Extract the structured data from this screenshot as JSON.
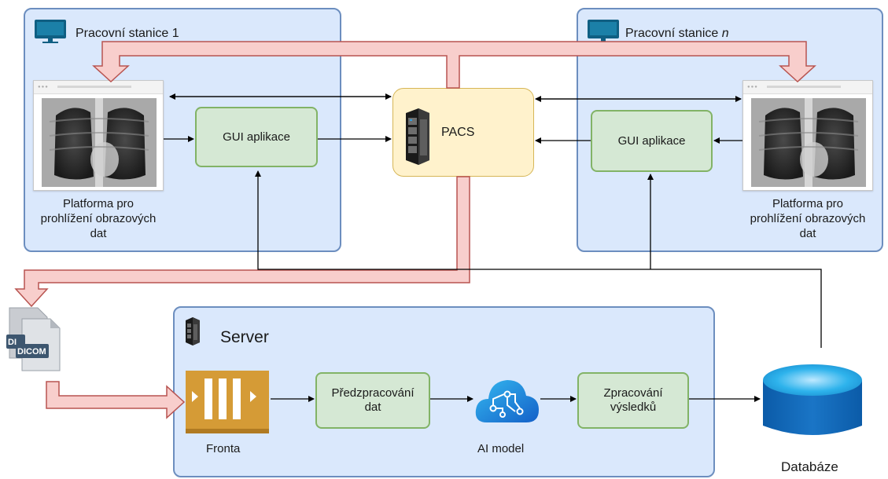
{
  "workstation_1": {
    "title": "Pracovní stanice 1",
    "platform_label": [
      "Platforma pro",
      "prohlížení obrazových",
      "dat"
    ],
    "gui_app": "GUI aplikace"
  },
  "workstation_n": {
    "title_prefix": "Pracovní stanice ",
    "title_italic": "n",
    "platform_label": [
      "Platforma pro",
      "prohlížení obrazových",
      "dat"
    ],
    "gui_app": "GUI aplikace"
  },
  "pacs": {
    "label": "PACS"
  },
  "dicom": {
    "front_text": "DICOM",
    "back_text": "DI"
  },
  "server": {
    "title": "Server",
    "queue_label": "Fronta",
    "preprocessing": [
      "Předzpracování",
      "dat"
    ],
    "ai_model": "AI model",
    "postprocessing": [
      "Zpracování",
      "výsledků"
    ]
  },
  "database": {
    "label": "Databáze"
  },
  "colors": {
    "panel_fill": "#dae8fc",
    "panel_border": "#6c8ebf",
    "box_fill": "#d5e8d4",
    "box_border": "#82b366",
    "pacs_fill": "#fff2cc",
    "pacs_border": "#d6b656",
    "data_flow_fill": "#f8cecc",
    "data_flow_border": "#b85450",
    "database_top": "#1ba1e2",
    "database_body": "#0b5ba8",
    "queue_fill": "#d59b36"
  }
}
